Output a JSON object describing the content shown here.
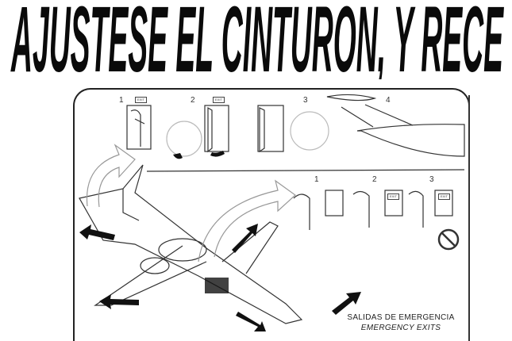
{
  "headline": "AJUSTESE EL CINTURON, Y RECE",
  "illustration": {
    "door_steps": [
      "1",
      "2",
      "3",
      "4"
    ],
    "window_steps": [
      "1",
      "2",
      "3"
    ],
    "exit_sign": "EXIT",
    "caption_es": "SALIDAS DE EMERGENCIA",
    "caption_en": "EMERGENCY EXITS"
  }
}
